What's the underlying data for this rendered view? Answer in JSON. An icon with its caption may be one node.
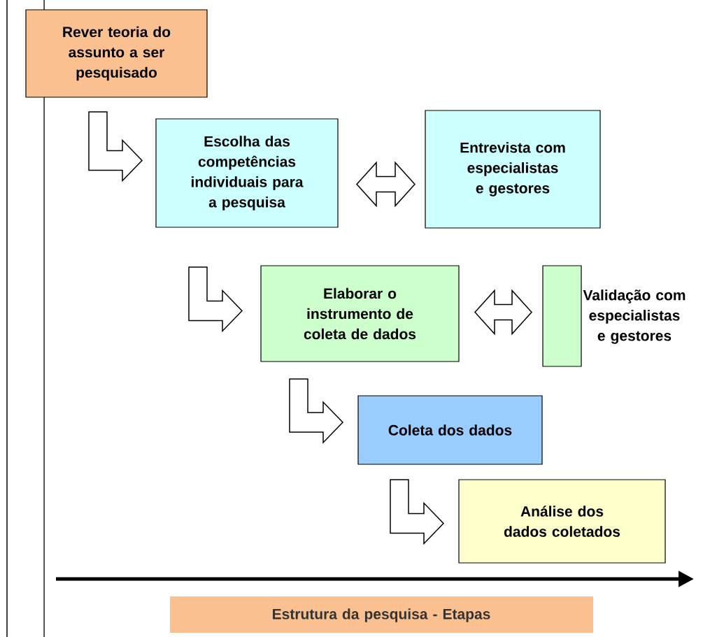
{
  "diagram": {
    "nodes": [
      {
        "text": [
          "Rever teoria do assunto a ser pesquisado"
        ]
      },
      {
        "text": [
          "Escolha das competências individuais para a pesquisa"
        ]
      },
      {
        "text": [
          "Entrevista com especialistas e gestores"
        ]
      },
      {
        "text": [
          "Elaborar o instrumento de coleta de dados"
        ]
      },
      {
        "text": [
          "Validação com especialistas e gestores"
        ]
      },
      {
        "text": [
          "Coleta dos dados"
        ]
      },
      {
        "text": [
          "Análise dos dados coletados"
        ]
      },
      {
        "text": [
          "Estrutura da pesquisa - Etapas"
        ]
      }
    ],
    "edges": [
      {
        "from": 0,
        "to": 1,
        "arrow": "to"
      },
      {
        "from": 1,
        "to": 2,
        "arrow": "both"
      },
      {
        "from": 1,
        "to": 3,
        "arrow": "to"
      },
      {
        "from": 3,
        "to": 4,
        "arrow": "both"
      },
      {
        "from": 3,
        "to": 5,
        "arrow": "to"
      },
      {
        "from": 5,
        "to": 6,
        "arrow": "to"
      }
    ]
  }
}
